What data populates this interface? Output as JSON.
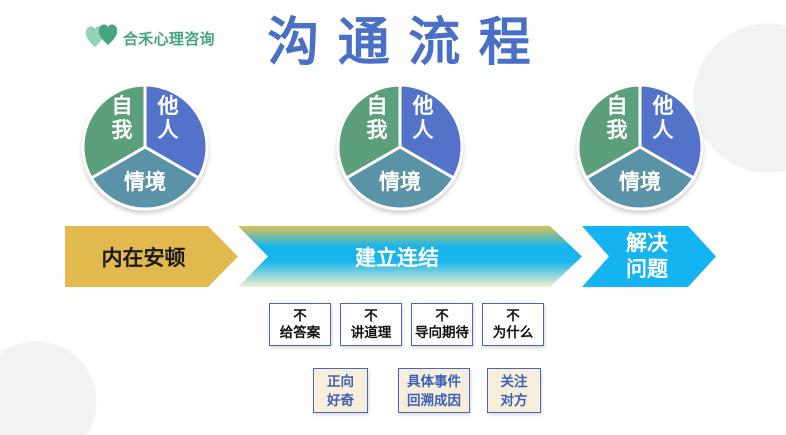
{
  "logo": {
    "icon": "twin-heart-icon",
    "text": "合禾心理咨询"
  },
  "title": "沟 通 流 程",
  "pies": [
    {
      "self": "自我",
      "others": "他人",
      "context": "情境"
    },
    {
      "self": "自我",
      "others": "他人",
      "context": "情境"
    },
    {
      "self": "自我",
      "others": "他人",
      "context": "情境"
    }
  ],
  "flow": {
    "inner_calm": "内在安顿",
    "connect": "建立连结",
    "resolve": [
      "解决",
      "问题"
    ]
  },
  "principles": [
    {
      "top": "不",
      "bottom": "给答案"
    },
    {
      "top": "不",
      "bottom": "讲道理"
    },
    {
      "top": "不",
      "bottom": "导向期待"
    },
    {
      "top": "不",
      "bottom": "为什么"
    }
  ],
  "methods": [
    [
      "正向",
      "好奇"
    ],
    [
      "具体事件",
      "回溯成因"
    ],
    [
      "关注",
      "对方"
    ]
  ],
  "colors": {
    "logo": "#45a67d",
    "logo_light": "#93d2b7",
    "title": "#4a6fc6",
    "self": "#5c9f7b",
    "others": "#5273c9",
    "context": "#5a93a8",
    "inner_calm": "#e2b94f",
    "inner_calm_text": "#1b1b1b",
    "connect_top": "#d9c25a",
    "connect_mid": "#18b5ec",
    "connect_bottom": "#f2f0cf",
    "resolve": "#14b4f0",
    "box_border": "#4666c0",
    "principle_text": "#111111",
    "method_fill": "#f6eedb",
    "method_text": "#3d5fb6",
    "decor": "#f1f2f4"
  }
}
